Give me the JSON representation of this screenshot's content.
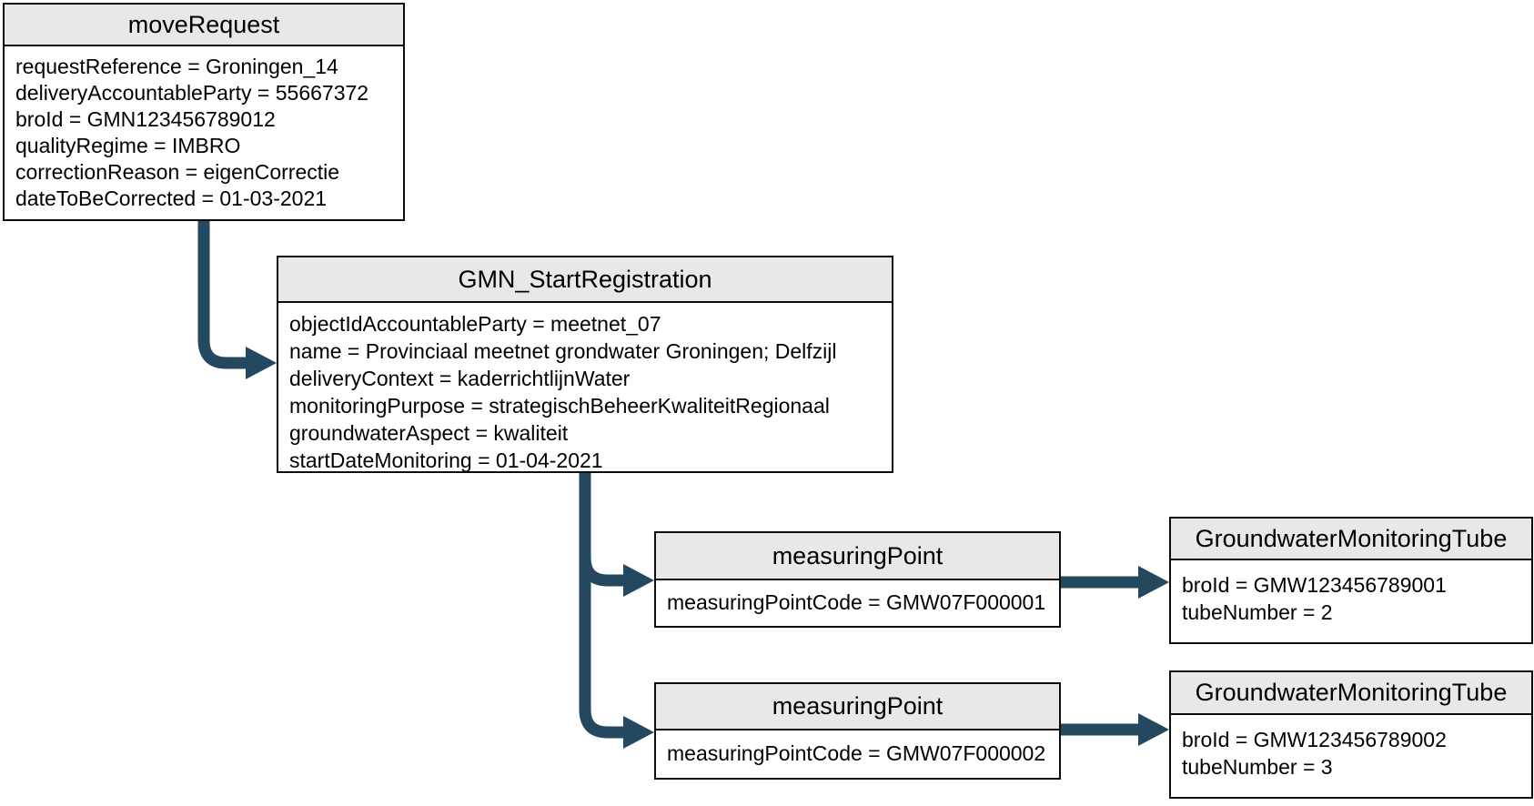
{
  "diagram": {
    "boxes": {
      "moveRequest": {
        "title": "moveRequest",
        "attributes": [
          "requestReference = Groningen_14",
          "deliveryAccountableParty = 55667372",
          "broId = GMN123456789012",
          "qualityRegime = IMBRO",
          "correctionReason = eigenCorrectie",
          "dateToBeCorrected = 01-03-2021"
        ]
      },
      "gmnStartRegistration": {
        "title": "GMN_StartRegistration",
        "attributes": [
          "objectIdAccountableParty = meetnet_07",
          "name = Provinciaal meetnet grondwater Groningen; Delfzijl",
          "deliveryContext = kaderrichtlijnWater",
          "monitoringPurpose = strategischBeheerKwaliteitRegionaal",
          "groundwaterAspect = kwaliteit",
          "startDateMonitoring = 01-04-2021"
        ]
      },
      "measuringPoint1": {
        "title": "measuringPoint",
        "attributes": [
          "measuringPointCode = GMW07F000001"
        ]
      },
      "groundwaterMonitoringTube1": {
        "title": "GroundwaterMonitoringTube",
        "attributes": [
          "broId = GMW123456789001",
          "tubeNumber = 2"
        ]
      },
      "measuringPoint2": {
        "title": "measuringPoint",
        "attributes": [
          "measuringPointCode = GMW07F000002"
        ]
      },
      "groundwaterMonitoringTube2": {
        "title": "GroundwaterMonitoringTube",
        "attributes": [
          "broId = GMW123456789002",
          "tubeNumber = 3"
        ]
      }
    },
    "colors": {
      "arrow": "#23485f",
      "header_fill": "#e8e8e8",
      "border": "#0d0d0d",
      "background": "#ffffff"
    }
  }
}
